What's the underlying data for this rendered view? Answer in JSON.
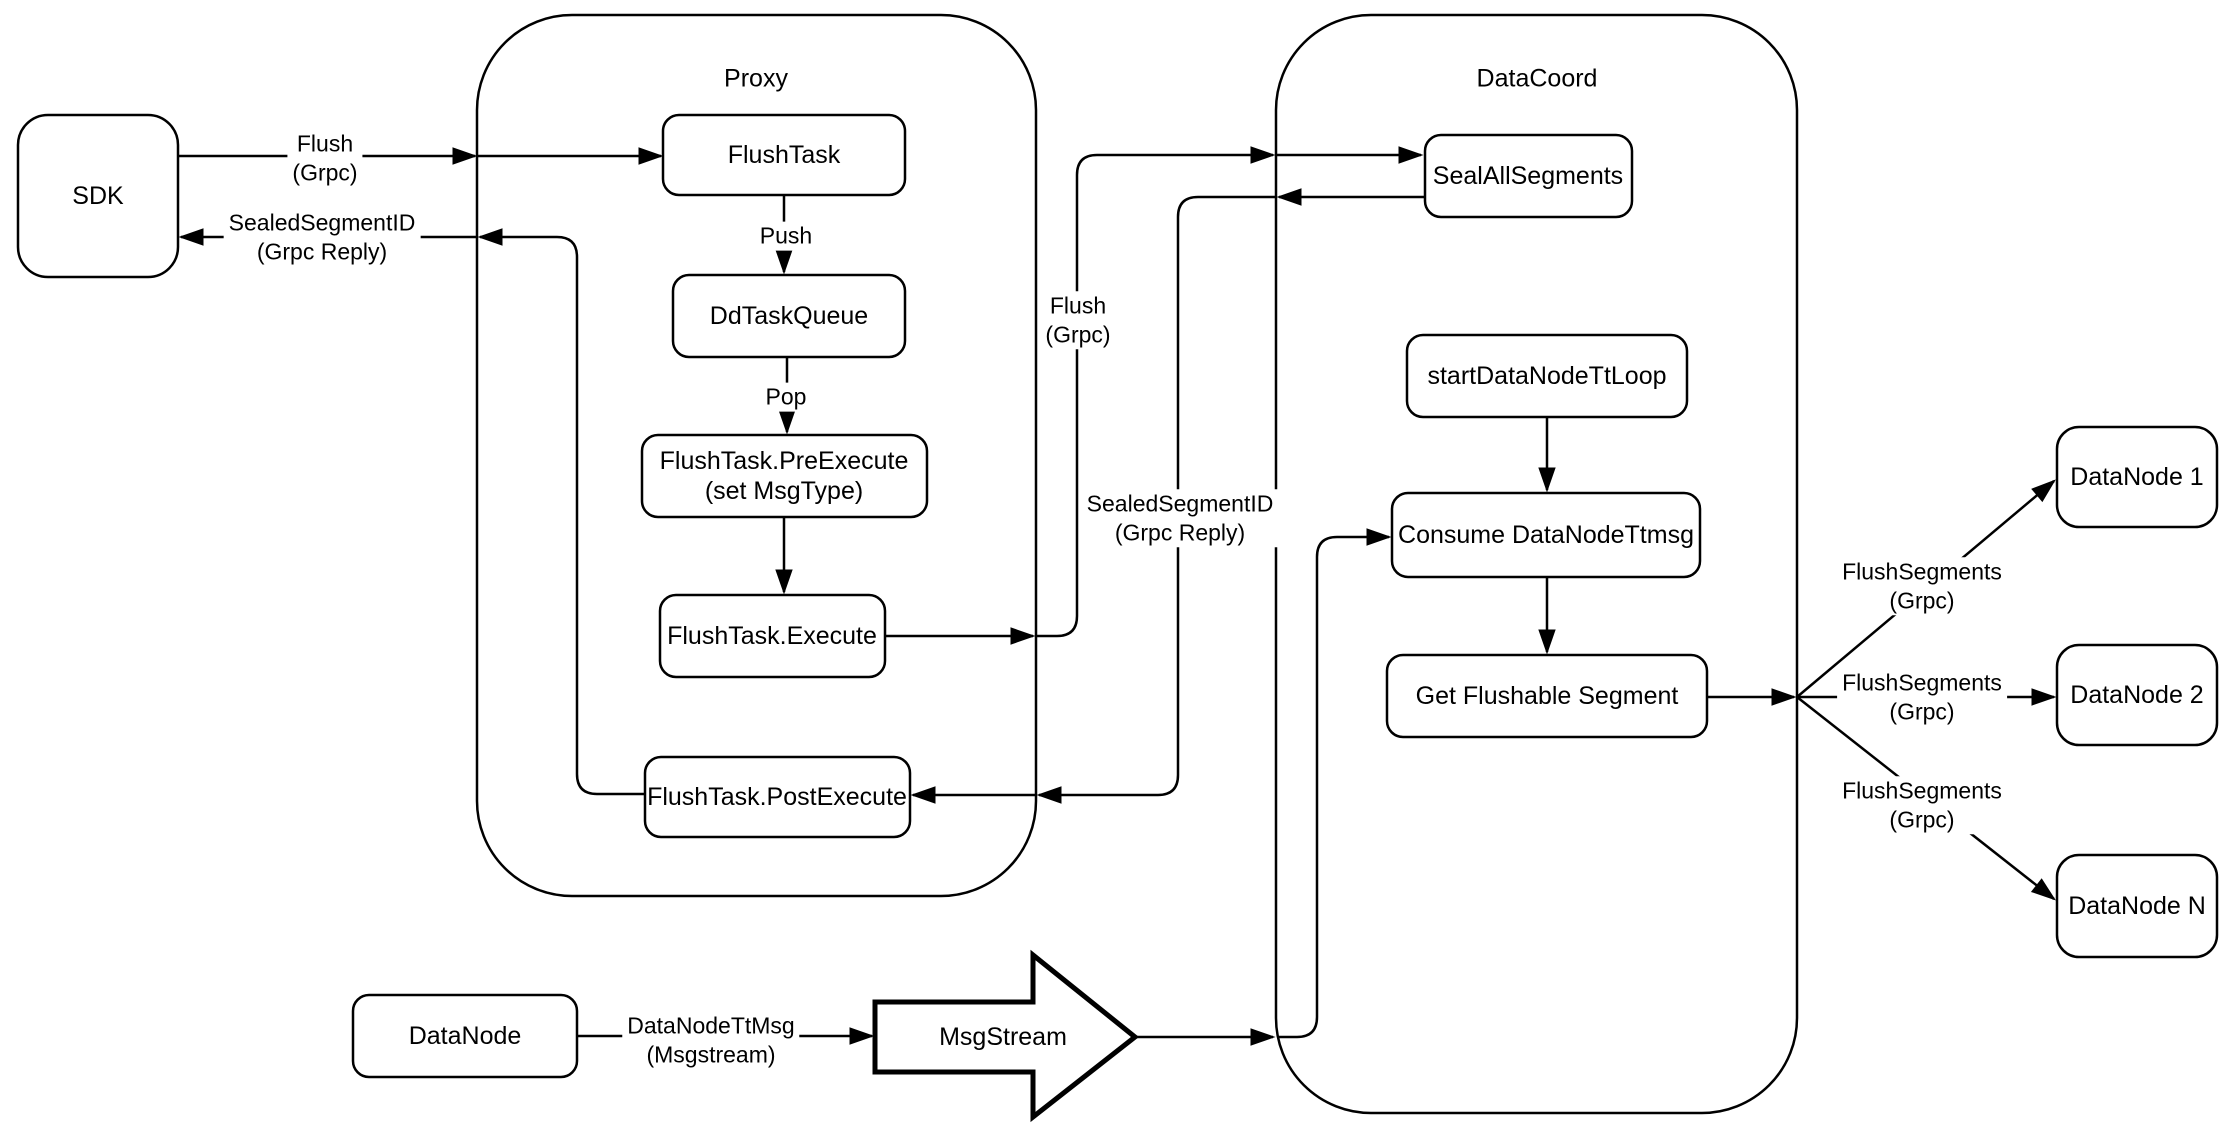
{
  "diagram": {
    "colors": {
      "stroke": "#000000",
      "node_fill": "#ffffff",
      "background": "#ffffff"
    },
    "containers": {
      "proxy": {
        "title": "Proxy"
      },
      "datacoord": {
        "title": "DataCoord"
      }
    },
    "nodes": {
      "sdk": {
        "label": "SDK"
      },
      "flush_task": {
        "label": "FlushTask"
      },
      "dd_task_queue": {
        "label": "DdTaskQueue"
      },
      "pre_execute": {
        "line1": "FlushTask.PreExecute",
        "line2": "(set MsgType)"
      },
      "execute": {
        "label": "FlushTask.Execute"
      },
      "post_execute": {
        "label": "FlushTask.PostExecute"
      },
      "seal_all_segments": {
        "label": "SealAllSegments"
      },
      "start_datanode_tt_loop": {
        "label": "startDataNodeTtLoop"
      },
      "consume_datanode_ttmsg": {
        "label": "Consume DataNodeTtmsg"
      },
      "get_flushable_segment": {
        "label": "Get Flushable Segment"
      },
      "datanode_1": {
        "label": "DataNode 1"
      },
      "datanode_2": {
        "label": "DataNode 2"
      },
      "datanode_n": {
        "label": "DataNode N"
      },
      "datanode_source": {
        "label": "DataNode"
      },
      "msgstream": {
        "label": "MsgStream"
      }
    },
    "edge_labels": {
      "flush_grpc_sdk": {
        "line1": "Flush",
        "line2": "(Grpc)"
      },
      "sealed_segment_id_sdk": {
        "line1": "SealedSegmentID",
        "line2": "(Grpc Reply)"
      },
      "push": {
        "label": "Push"
      },
      "pop": {
        "label": "Pop"
      },
      "flush_grpc_mid": {
        "line1": "Flush",
        "line2": "(Grpc)"
      },
      "sealed_segment_id_mid": {
        "line1": "SealedSegmentID",
        "line2": "(Grpc Reply)"
      },
      "flush_segments_1": {
        "line1": "FlushSegments",
        "line2": "(Grpc)"
      },
      "flush_segments_2": {
        "line1": "FlushSegments",
        "line2": "(Grpc)"
      },
      "flush_segments_3": {
        "line1": "FlushSegments",
        "line2": "(Grpc)"
      },
      "datanode_tt_msg": {
        "line1": "DataNodeTtMsg",
        "line2": "(Msgstream)"
      }
    }
  }
}
